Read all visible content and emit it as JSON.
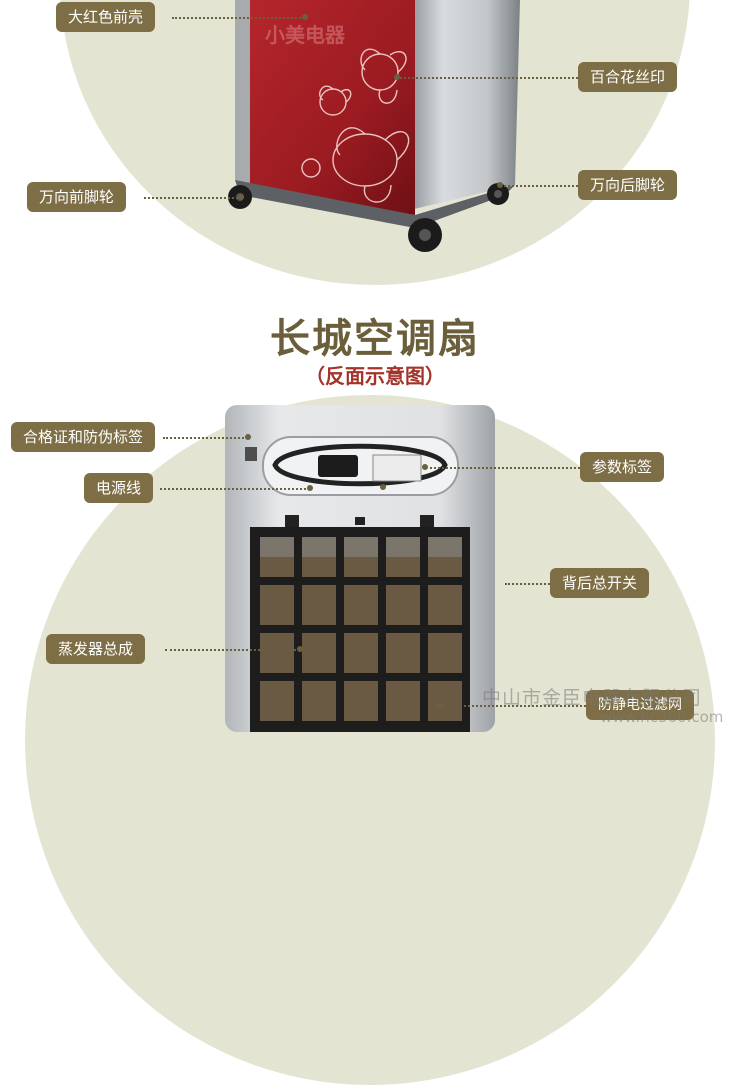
{
  "top_section": {
    "labels": {
      "front_shell": "大红色前壳",
      "lily_print": "百合花丝印",
      "front_caster": "万向前脚轮",
      "rear_caster": "万向后脚轮"
    }
  },
  "title": {
    "main": "长城空调扇",
    "sub": "（反面示意图）"
  },
  "bottom_section": {
    "labels": {
      "certificate": "合格证和防伪标签",
      "power_cord": "电源线",
      "param_label": "参数标签",
      "back_switch": "背后总开关",
      "evaporator": "蒸发器总成",
      "filter": "防静电过滤网"
    }
  },
  "watermark": {
    "company": "中山市金臣电器有限公司",
    "site": "www.hc360.com"
  },
  "colors": {
    "circle_bg": "#e4e4d2",
    "label_bg": "#7d6e46",
    "title": "#6b5e3a",
    "front_shell": "#a31f24"
  }
}
